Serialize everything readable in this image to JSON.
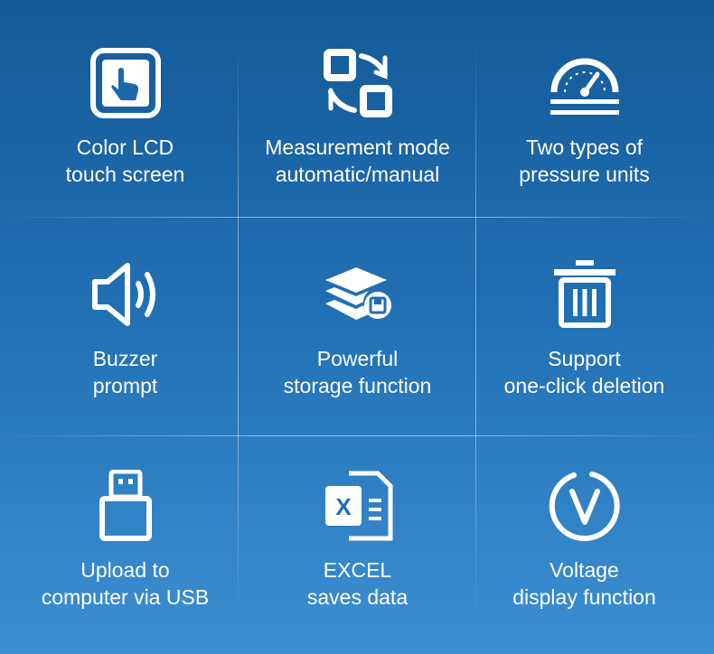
{
  "features": [
    {
      "icon": "touch-screen-icon",
      "lines": [
        "Color LCD",
        "touch screen"
      ]
    },
    {
      "icon": "mode-switch-icon",
      "lines": [
        "Measurement mode",
        "automatic/manual"
      ]
    },
    {
      "icon": "pressure-gauge-icon",
      "lines": [
        "Two types of",
        "pressure units"
      ]
    },
    {
      "icon": "speaker-icon",
      "lines": [
        "Buzzer",
        "prompt"
      ]
    },
    {
      "icon": "storage-layers-icon",
      "lines": [
        "Powerful",
        "storage function"
      ]
    },
    {
      "icon": "trash-icon",
      "lines": [
        "Support",
        "one-click deletion"
      ]
    },
    {
      "icon": "usb-icon",
      "lines": [
        "Upload to",
        "computer via USB"
      ]
    },
    {
      "icon": "excel-icon",
      "lines": [
        "EXCEL",
        "saves data"
      ]
    },
    {
      "icon": "voltage-icon",
      "lines": [
        "Voltage",
        "display function"
      ]
    }
  ],
  "colors": {
    "bg_top": "#145a97",
    "bg_bottom": "#3d8fd2",
    "fg": "#ffffff"
  }
}
